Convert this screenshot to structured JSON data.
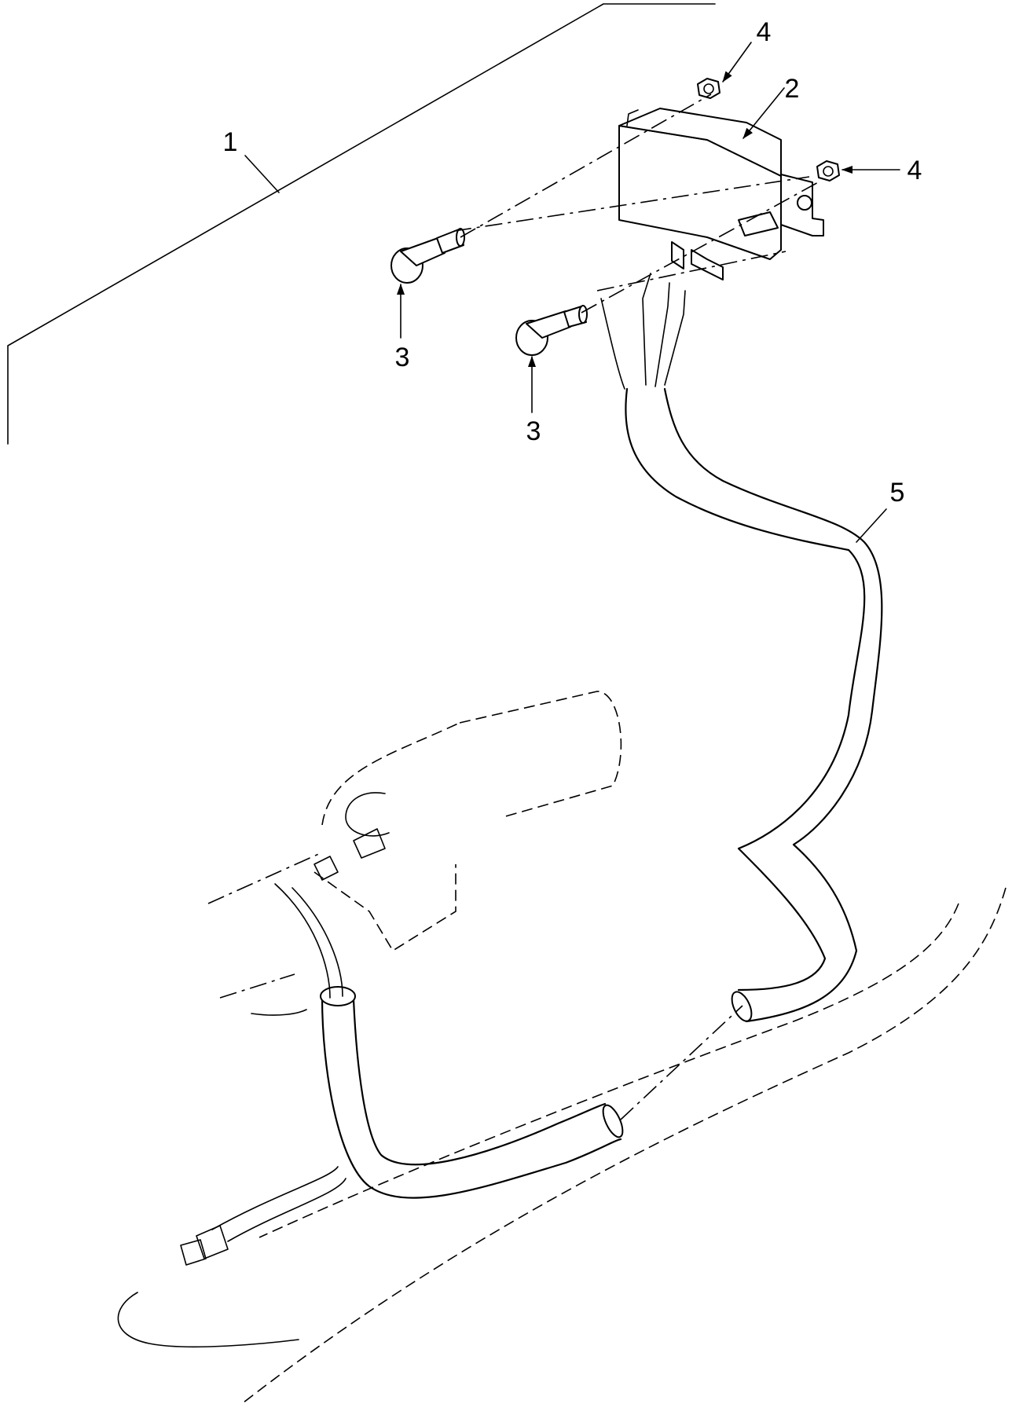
{
  "diagram": {
    "callouts": {
      "part_1": "1",
      "part_2": "2",
      "part_3a": "3",
      "part_3b": "3",
      "part_4a": "4",
      "part_4b": "4",
      "part_5": "5"
    }
  }
}
